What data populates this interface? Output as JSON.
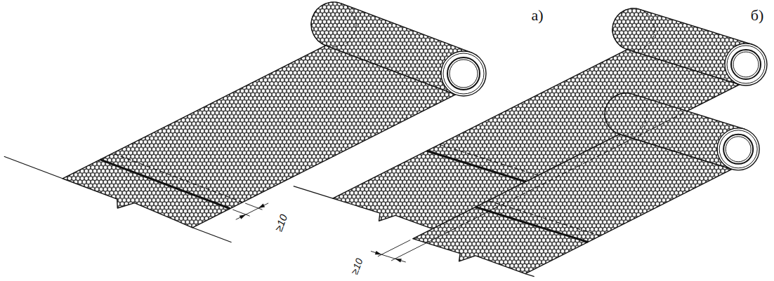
{
  "diagram": {
    "labels": [
      "а)",
      "б)",
      "≥10",
      "≥10"
    ]
  }
}
